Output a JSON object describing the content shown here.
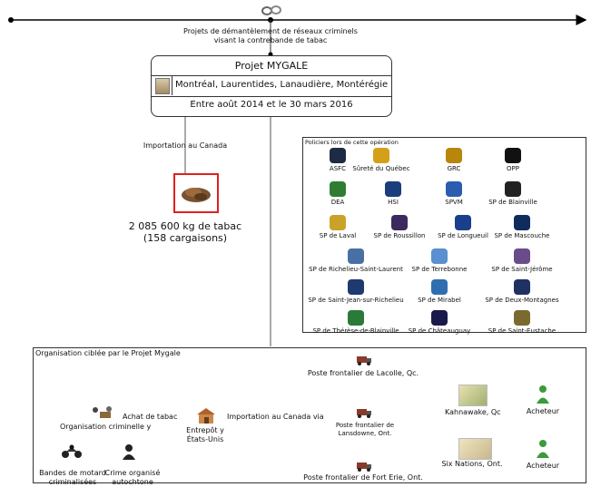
{
  "timeline": {
    "heading_line1": "Projets de démantèlement de réseaux criminels",
    "heading_line2": "visant la contrebande de tabac"
  },
  "project": {
    "title": "Projet MYGALE",
    "regions": "Montréal, Laurentides, Lanaudière, Montérégie",
    "dates": "Entre août 2014 et le 30 mars 2016"
  },
  "import": {
    "label": "Importation au Canada",
    "amount": "2 085 600 kg de tabac",
    "shipments": "(158 cargaisons)"
  },
  "police": {
    "heading": "Policiers lors de cette opération",
    "agencies": [
      {
        "name": "ASFC",
        "color": "#1f2a44"
      },
      {
        "name": "Sûreté du Québec",
        "color": "#d4a017"
      },
      {
        "name": "GRC",
        "color": "#b8860b"
      },
      {
        "name": "OPP",
        "color": "#111111"
      },
      {
        "name": "DEA",
        "color": "#2e7d32"
      },
      {
        "name": "HSI",
        "color": "#1a3d7c"
      },
      {
        "name": "SPVM",
        "color": "#2a5db0"
      },
      {
        "name": "SP de Blainville",
        "color": "#222222"
      },
      {
        "name": "SP de Laval",
        "color": "#c9a227"
      },
      {
        "name": "SP de Roussillon",
        "color": "#3a2a5e"
      },
      {
        "name": "SP de Longueuil",
        "color": "#1b3f8b"
      },
      {
        "name": "SP de Mascouche",
        "color": "#0f2c5c"
      },
      {
        "name": "SP de Richelieu-Saint-Laurent",
        "color": "#4a6fa5"
      },
      {
        "name": "SP de Terrebonne",
        "color": "#5a8fd0"
      },
      {
        "name": "SP de Saint-Jérôme",
        "color": "#6b4c8a"
      },
      {
        "name": "SP de Saint-Jean-sur-Richelieu",
        "color": "#1e3a6e"
      },
      {
        "name": "SP de Mirabel",
        "color": "#2f6fb0"
      },
      {
        "name": "SP de Deux-Montagnes",
        "color": "#203060"
      },
      {
        "name": "SP de Thérèse-de-Blainville",
        "color": "#2a7a3a"
      },
      {
        "name": "SP de Châteauguay",
        "color": "#1a1a4a"
      },
      {
        "name": "SP de Saint-Eustache",
        "color": "#7a6a30"
      }
    ]
  },
  "org": {
    "heading": "Organisation ciblée par le Projet Mygale",
    "crime_org": "Organisation criminelle y",
    "purchase": "Achat de tabac",
    "warehouse_line1": "Entrepôt y",
    "warehouse_line2": "États-Unis",
    "import": "Importation au Canada via",
    "biker_line1": "Bandes de motard",
    "biker_line2": "criminalisées",
    "native_line1": "Crime organisé",
    "native_line2": "autochtone",
    "border_lacolle": "Poste frontalier de Lacolle, Qc.",
    "border_lansdowne_line1": "Poste frontalier de",
    "border_lansdowne_line2": "Lansdowne, Ont.",
    "border_forterie": "Poste frontalier de Fort Erie, Ont.",
    "kahnawake": "Kahnawake, Qc",
    "sixnations": "Six Nations, Ont.",
    "buyer1": "Acheteur",
    "buyer2": "Acheteur"
  }
}
